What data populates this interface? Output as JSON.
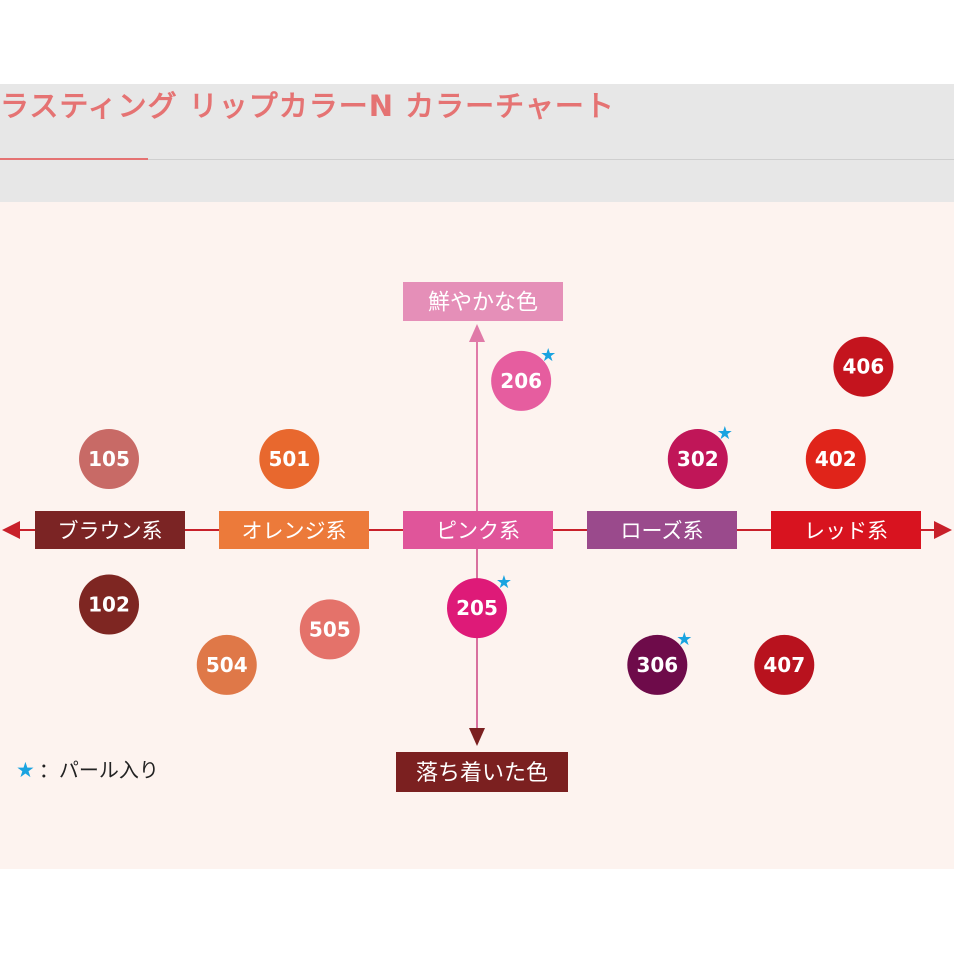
{
  "header": {
    "title": "ラスティング リップカラーN カラーチャート"
  },
  "legend": {
    "star": "★",
    "text": "：パール入り"
  },
  "chart_data": {
    "type": "scatter",
    "title": "ラスティング リップカラーN カラーチャート",
    "axis_top_label": "鮮やかな色",
    "axis_bottom_label": "落ち着いた色",
    "categories": [
      {
        "label": "ブラウン系",
        "color": "#7b2424"
      },
      {
        "label": "オレンジ系",
        "color": "#ec7a3a"
      },
      {
        "label": "ピンク系",
        "color": "#e0559a"
      },
      {
        "label": "ローズ系",
        "color": "#9a4a8c"
      },
      {
        "label": "レッド系",
        "color": "#d8131f"
      }
    ],
    "axis_colors": {
      "horizontal": "#c8202a",
      "vertical_top": "#e07aa8",
      "vertical_bottom": "#d8709e",
      "top_label_bg": "#e58fb8",
      "bottom_label_bg": "#7b2020",
      "bottom_arrow": "#7b2020"
    },
    "points": [
      {
        "id": "105",
        "x": -2.0,
        "y": 1.0,
        "color": "#c86a66",
        "pearl": false
      },
      {
        "id": "102",
        "x": -2.0,
        "y": -1.05,
        "color": "#7e2622",
        "pearl": false
      },
      {
        "id": "501",
        "x": -1.02,
        "y": 1.0,
        "color": "#e8682e",
        "pearl": false
      },
      {
        "id": "504",
        "x": -1.36,
        "y": -1.9,
        "color": "#df7848",
        "pearl": false
      },
      {
        "id": "505",
        "x": -0.8,
        "y": -1.4,
        "color": "#e4726a",
        "pearl": false
      },
      {
        "id": "206",
        "x": 0.24,
        "y": 2.1,
        "color": "#e65d9f",
        "pearl": true
      },
      {
        "id": "205",
        "x": 0.0,
        "y": -1.1,
        "color": "#de1a78",
        "pearl": true
      },
      {
        "id": "302",
        "x": 1.2,
        "y": 1.0,
        "color": "#c01658",
        "pearl": true
      },
      {
        "id": "306",
        "x": 0.98,
        "y": -1.9,
        "color": "#6e0b4a",
        "pearl": true
      },
      {
        "id": "406",
        "x": 2.1,
        "y": 2.3,
        "color": "#c4141e",
        "pearl": false
      },
      {
        "id": "402",
        "x": 1.95,
        "y": 1.0,
        "color": "#e0241a",
        "pearl": false
      },
      {
        "id": "407",
        "x": 1.67,
        "y": -1.9,
        "color": "#b8121e",
        "pearl": false
      }
    ],
    "star_color": "#1aa3e0",
    "xlim": [
      -2.5,
      2.5
    ],
    "ylim": [
      -3,
      3
    ]
  }
}
